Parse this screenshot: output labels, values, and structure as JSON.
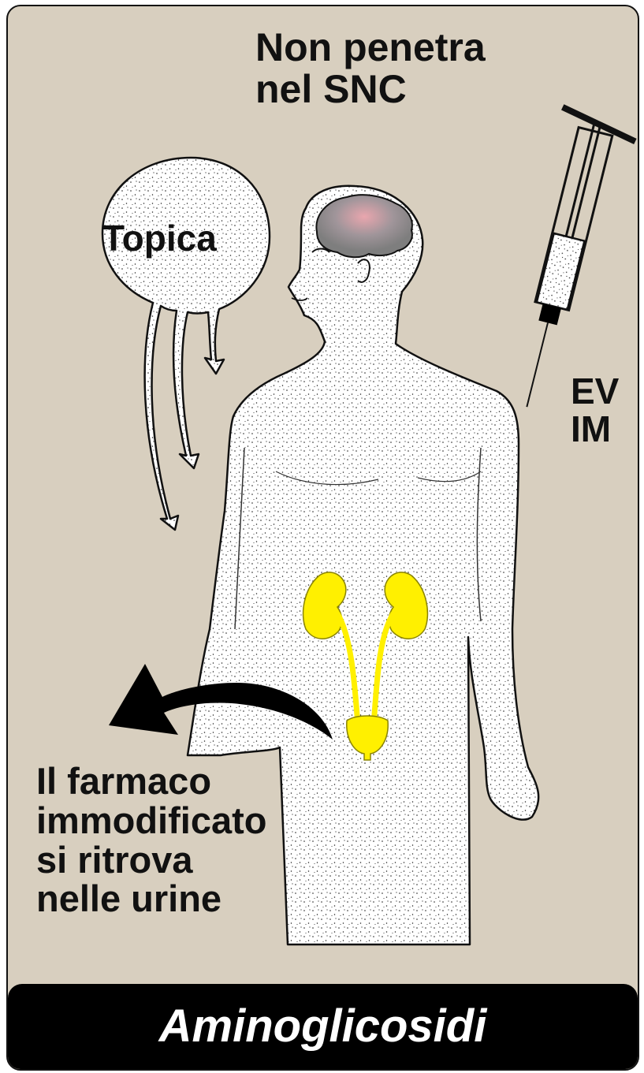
{
  "labels": {
    "snc_line1": "Non penetra",
    "snc_line2": "nel SNC",
    "topical": "Topica",
    "route_line1": "EV",
    "route_line2": "IM",
    "urine_line1": "Il farmaco",
    "urine_line2": "immodificato",
    "urine_line3": "si ritrova",
    "urine_line4": "nelle urine"
  },
  "footer": {
    "title": "Aminoglicosidi"
  },
  "colors": {
    "background": "#d8cfbf",
    "body_fill": "#ffffff",
    "brain": "#8f8f8f",
    "brain_highlight": "#e9a6ae",
    "kidneys_bladder": "#fff000",
    "outline": "#111111",
    "footer": "#000000"
  },
  "icons": [
    "human-body-icon",
    "brain-icon",
    "kidney-icon",
    "bladder-icon",
    "syringe-icon",
    "curved-arrow-icon",
    "topical-balloon-icon"
  ]
}
